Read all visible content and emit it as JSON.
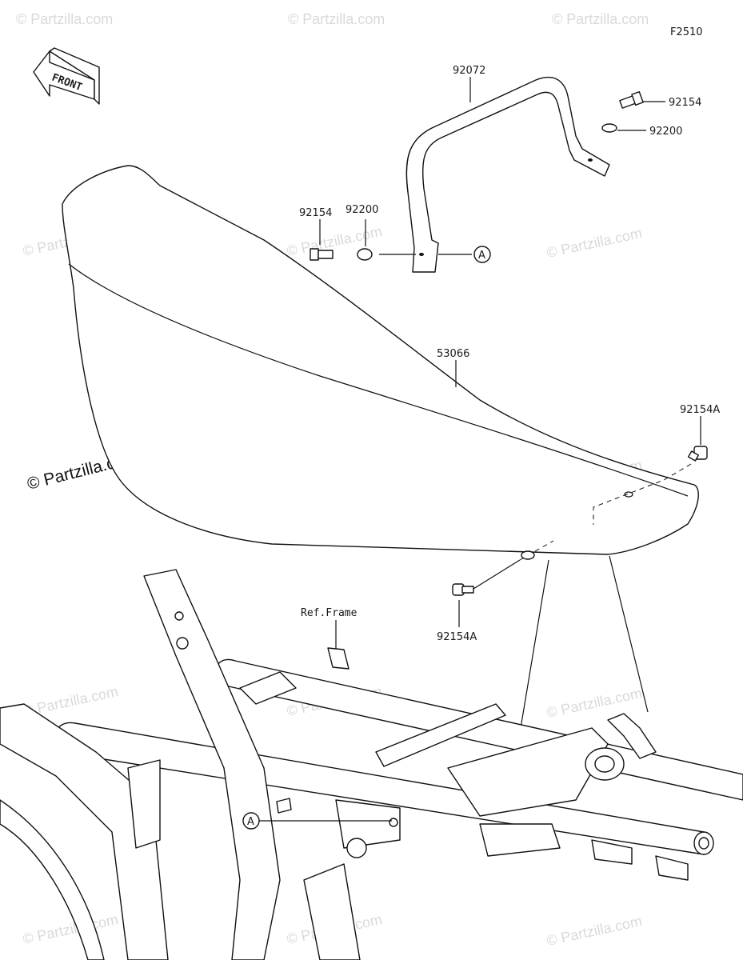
{
  "figure_id": "F2510",
  "front_label": "FRONT",
  "callouts": {
    "strap": "92072",
    "bolt_top_right": "92154",
    "washer_top_right": "92200",
    "bolt_left": "92154",
    "washer_left": "92200",
    "seat": "53066",
    "bolt_seat_rear": "92154A",
    "bolt_seat_under": "92154A",
    "ref_frame": "Ref.Frame",
    "ref_a_top": "A",
    "ref_a_bottom": "A"
  },
  "watermark": "© Partzilla.com"
}
